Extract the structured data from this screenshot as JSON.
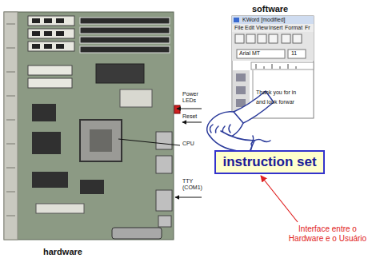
{
  "diagram": {
    "nodes": [
      {
        "text": [
          "instruction set"
        ]
      }
    ],
    "labels": [
      "software",
      "KWord [modified]",
      "File",
      "Edit",
      "View",
      "Insert",
      "Format",
      "Fr",
      "Arial MT",
      "11",
      "Thank you for in",
      "and look forwar",
      "Power LEDs",
      "Reset",
      "CPU",
      "TTY (COM1)",
      "hardware",
      "Interface entre o Hardware e o Usuário"
    ]
  }
}
